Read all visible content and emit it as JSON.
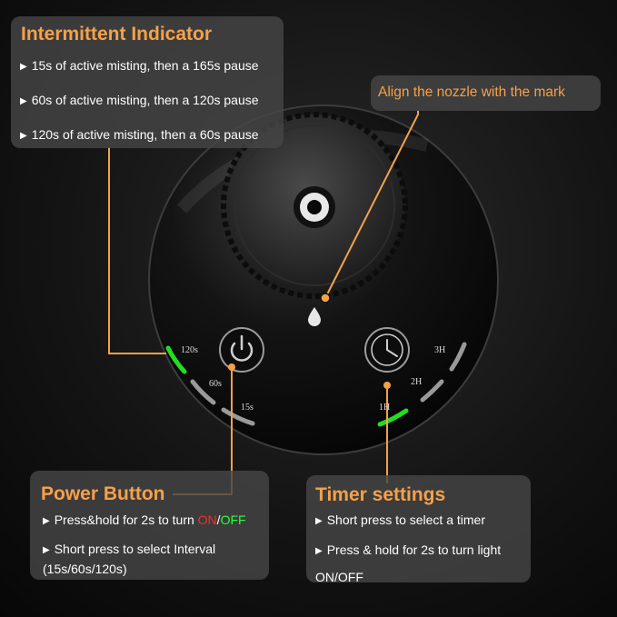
{
  "intermittent": {
    "title": "Intermittent Indicator",
    "items": [
      "15s of active misting, then a 165s pause",
      "60s of active misting, then a 120s pause",
      "120s of active misting, then a 60s pause"
    ]
  },
  "nozzle": {
    "label": "Align the nozzle with the mark"
  },
  "power": {
    "title": "Power Button",
    "item1_prefix": "Press&hold for 2s to turn ",
    "item1_on": "ON",
    "item1_slash": "/",
    "item1_off": "OFF",
    "item2": "Short press to select Interval (15s/60s/120s)"
  },
  "timer": {
    "title": "Timer settings",
    "item1": "Short press to select a timer",
    "item2": "Press & hold for 2s to turn light ON/OFF"
  },
  "device": {
    "interval_labels": [
      "120s",
      "60s",
      "15s"
    ],
    "timer_labels": [
      "3H",
      "2H",
      "1H"
    ],
    "active_interval": "120s",
    "active_timer": "1H"
  },
  "colors": {
    "accent": "#f5a14a",
    "indicator_active": "#22dd22",
    "indicator_idle": "#9a9a9a",
    "on": "#ff2a2a",
    "off": "#2aff3a"
  }
}
